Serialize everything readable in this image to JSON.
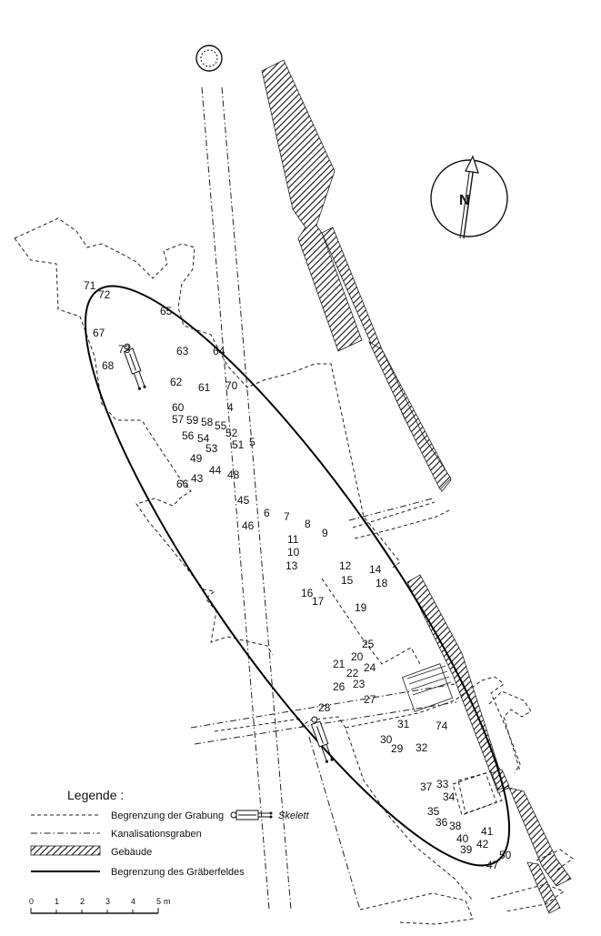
{
  "legend": {
    "title": "Legende :",
    "items": [
      {
        "key": "excavation",
        "label": "Begrenzung der Grabung"
      },
      {
        "key": "sewer",
        "label": "Kanalisationsgraben"
      },
      {
        "key": "building",
        "label": "Gebäude"
      },
      {
        "key": "cemetery",
        "label": "Begrenzung des Gräberfeldes"
      }
    ],
    "skeleton_label": "Skelett"
  },
  "north_label": "N",
  "scale": {
    "ticks": [
      "0",
      "1",
      "2",
      "3",
      "4",
      "5"
    ],
    "unit": "m"
  },
  "graves": {
    "g71": "71",
    "g72": "72",
    "g65": "65",
    "g67": "67",
    "g73": "73",
    "g68": "68",
    "g63": "63",
    "g64": "64",
    "g62": "62",
    "g61": "61",
    "g70": "70",
    "g60": "60",
    "g4": "4",
    "g57": "57",
    "g59": "59",
    "g58": "58",
    "g55": "55",
    "g56": "56",
    "g54": "54",
    "g52": "52",
    "g51": "51",
    "g5": "5",
    "g53": "53",
    "g49": "49",
    "g44": "44",
    "g43": "43",
    "g48": "48",
    "g66": "66",
    "g45": "45",
    "g6": "6",
    "g7": "7",
    "g46": "46",
    "g8": "8",
    "g9": "9",
    "g11": "11",
    "g10": "10",
    "g13": "13",
    "g12": "12",
    "g14": "14",
    "g15": "15",
    "g18": "18",
    "g16": "16",
    "g17": "17",
    "g19": "19",
    "g25": "25",
    "g20": "20",
    "g21": "21",
    "g24": "24",
    "g22": "22",
    "g26": "26",
    "g23": "23",
    "g27": "27",
    "g28": "28",
    "g31": "31",
    "g74": "74",
    "g30": "30",
    "g29": "29",
    "g32": "32",
    "g37": "37",
    "g33": "33",
    "g34": "34",
    "g35": "35",
    "g36": "36",
    "g38": "38",
    "g41": "41",
    "g40": "40",
    "g39": "39",
    "g42": "42",
    "g50": "50",
    "g47": "47"
  }
}
